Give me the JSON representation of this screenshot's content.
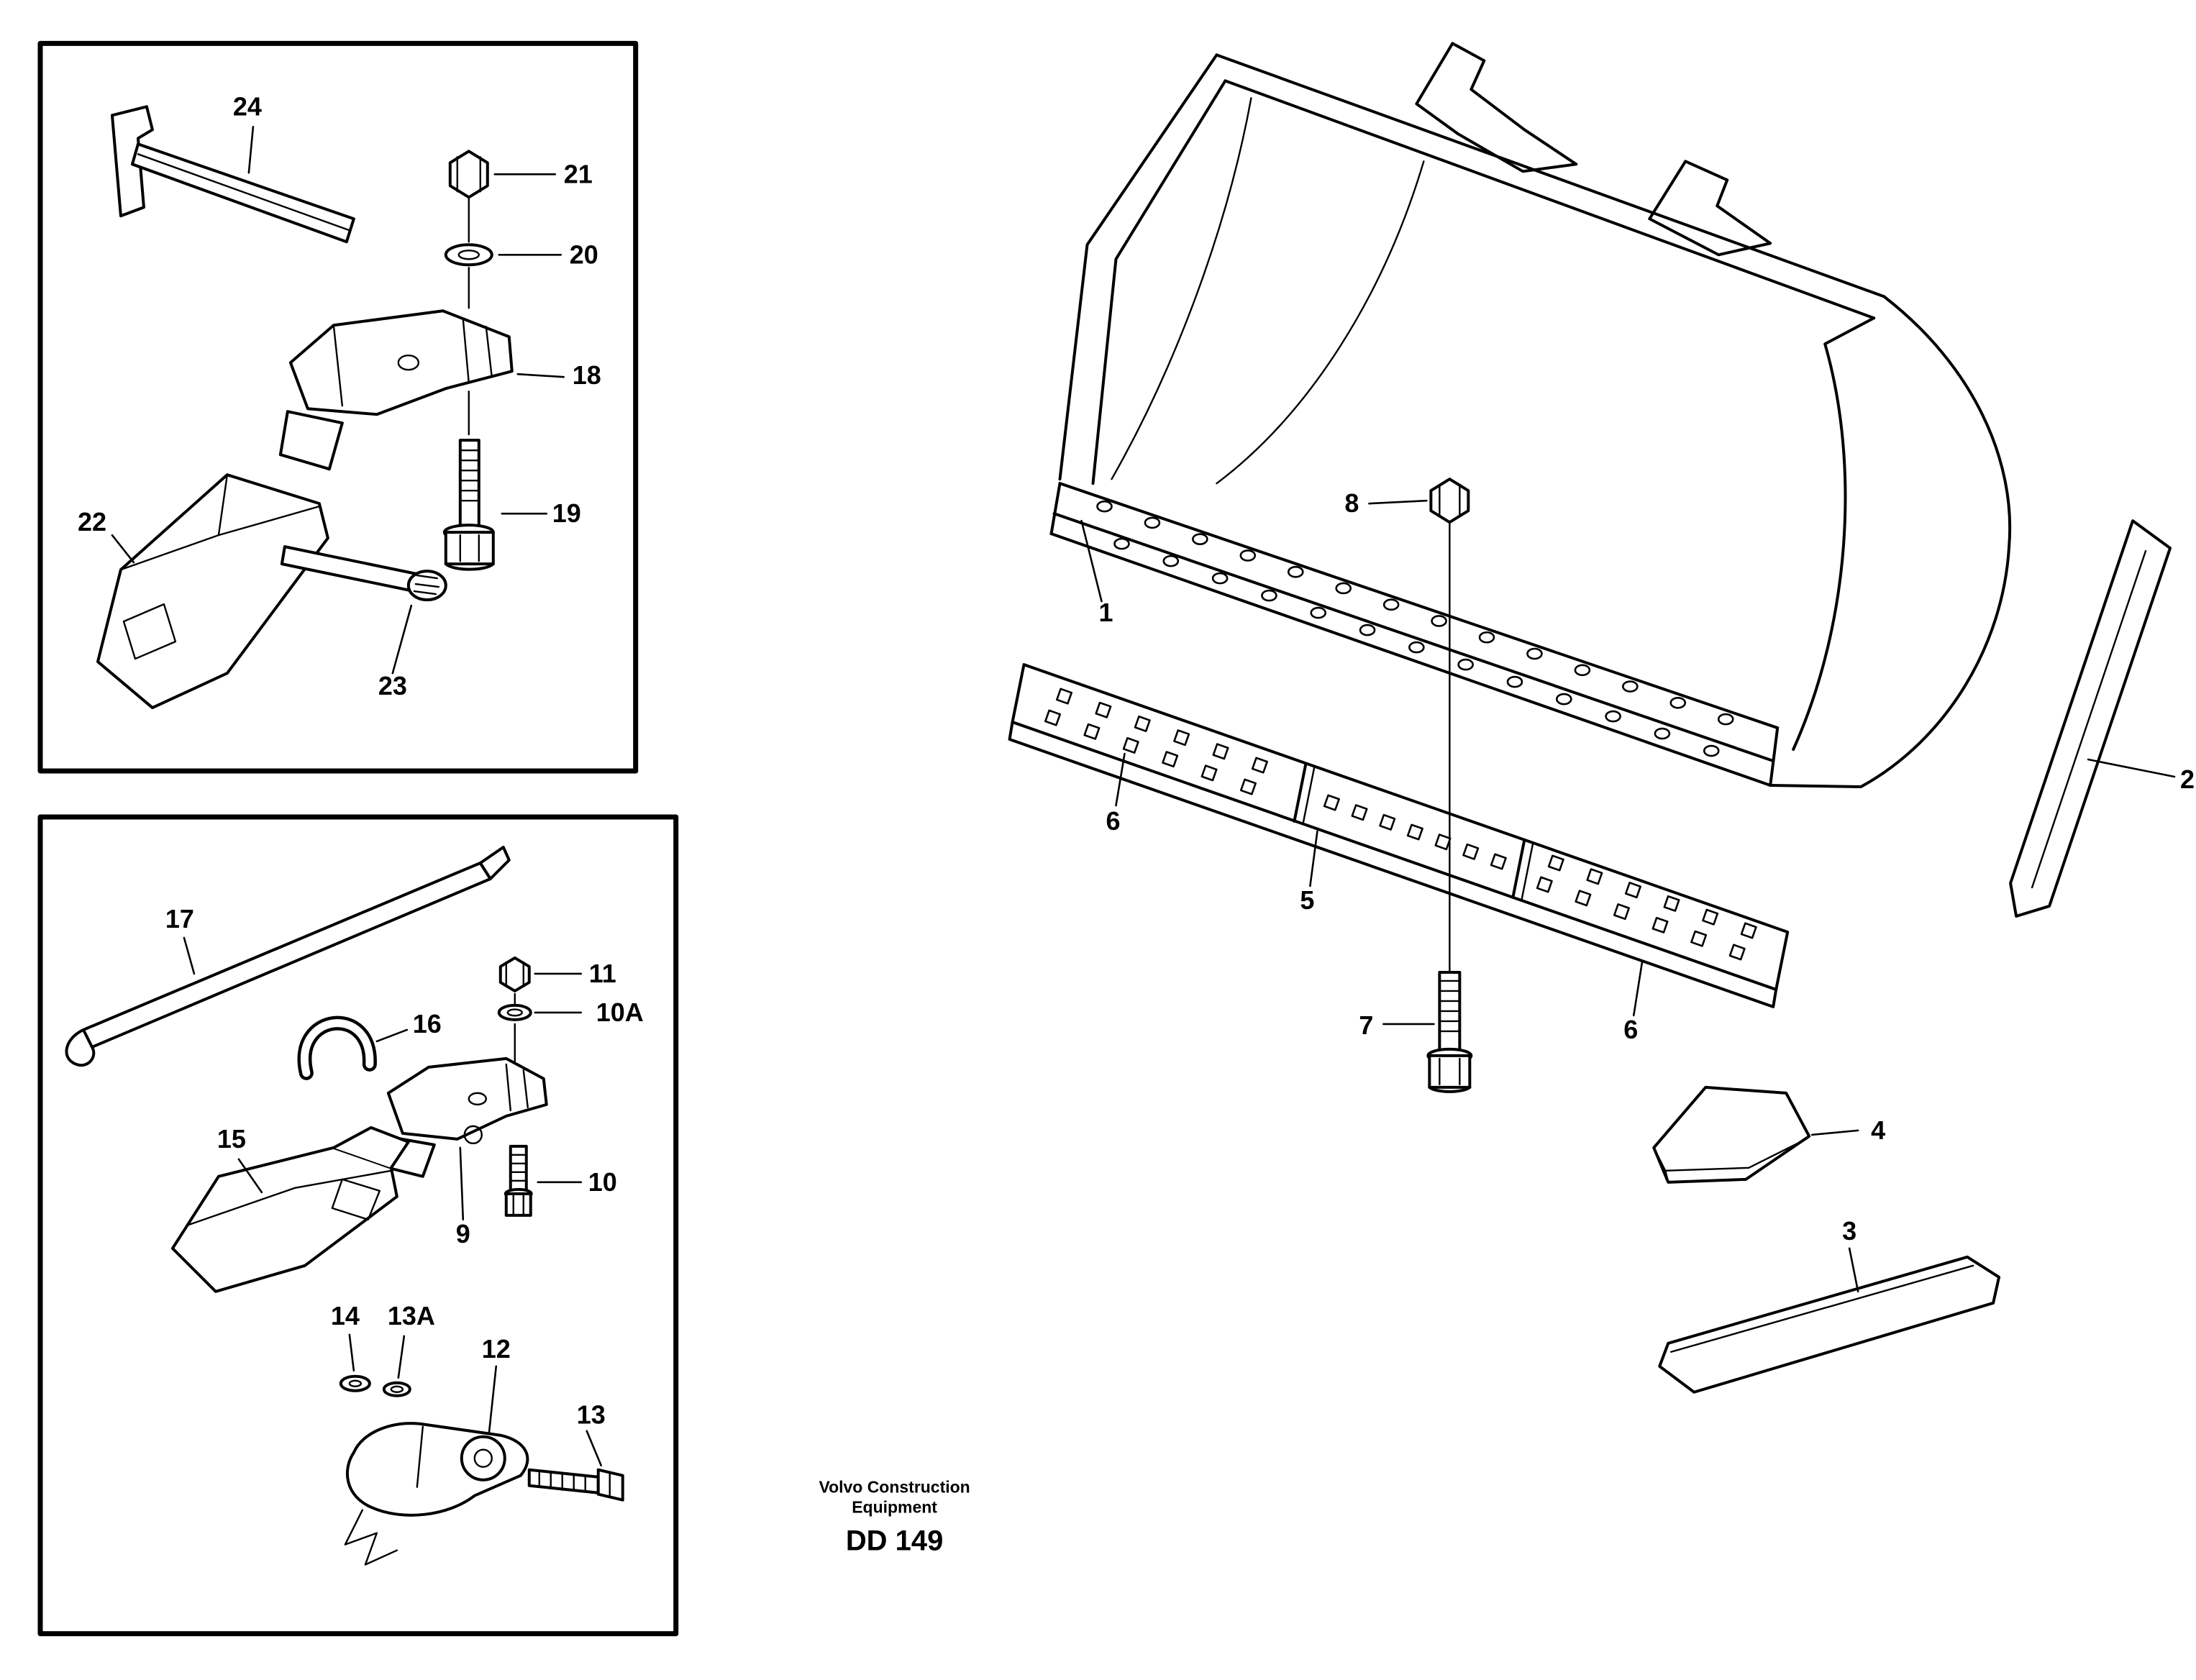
{
  "drawing": {
    "brand_line1": "Volvo Construction",
    "brand_line2": "Equipment",
    "code": "DD 149"
  },
  "callouts": {
    "c1": "1",
    "c2": "2",
    "c3": "3",
    "c4": "4",
    "c5": "5",
    "c6_left": "6",
    "c6_right": "6",
    "c7": "7",
    "c8": "8",
    "c9": "9",
    "c10": "10",
    "c10a": "10A",
    "c11": "11",
    "c12": "12",
    "c13": "13",
    "c13a": "13A",
    "c14": "14",
    "c15": "15",
    "c16": "16",
    "c17": "17",
    "c18": "18",
    "c19": "19",
    "c20": "20",
    "c21": "21",
    "c22": "22",
    "c23": "23",
    "c24": "24"
  },
  "colors": {
    "line": "#000000",
    "background": "#ffffff"
  }
}
